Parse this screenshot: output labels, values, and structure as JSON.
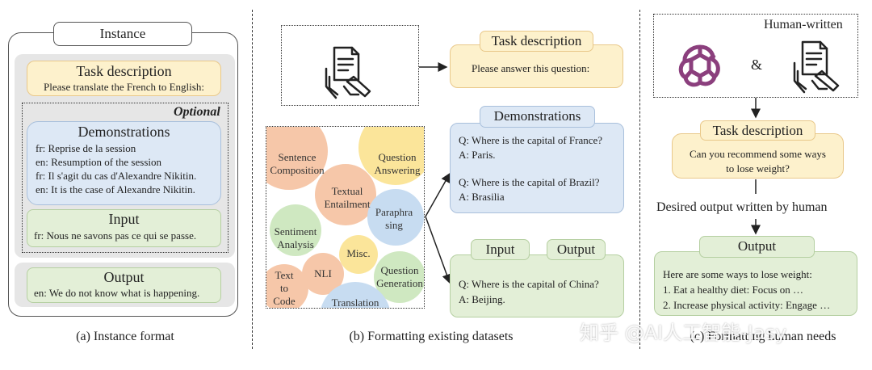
{
  "panel_a": {
    "instance_label": "Instance",
    "task_desc_title": "Task description",
    "task_desc_text": "Please translate the French to English:",
    "optional_label": "Optional",
    "demos_title": "Demonstrations",
    "demo_lines": [
      "fr: Reprise de la session",
      "en: Resumption of the session",
      "fr: Il s'agit du cas d'Alexandre Nikitin.",
      "en: It is the case of Alexandre Nikitin."
    ],
    "input_title": "Input",
    "input_text": "fr: Nous ne savons pas ce qui se passe.",
    "output_title": "Output",
    "output_text": "en: We do not know what is happening.",
    "caption": "(a) Instance format"
  },
  "panel_b": {
    "task_desc_title": "Task description",
    "task_desc_text": "Please answer this question:",
    "bubbles": [
      "Sentence Composition",
      "Question Answering",
      "Textual Entailment",
      "Paraphra sing",
      "Sentiment Analysis",
      "Misc.",
      "NLI",
      "Question Generation",
      "Text to Code",
      "Translation"
    ],
    "demos_title": "Demonstrations",
    "demo_lines": [
      "Q: Where is the capital of France?",
      "A: Paris.",
      "Q: Where is the capital of Brazil?",
      "A: Brasilia"
    ],
    "input_tag": "Input",
    "output_tag": "Output",
    "io_lines": [
      "Q: Where is the capital of China?",
      "A: Beijing."
    ],
    "caption": "(b) Formatting existing datasets"
  },
  "panel_c": {
    "human_written": "Human-written",
    "ampersand": "&",
    "task_desc_title": "Task description",
    "task_desc_text": [
      "Can you recommend some ways",
      "to lose weight?"
    ],
    "desired_output": "Desired output written by human",
    "output_title": "Output",
    "output_lines": [
      "Here are some ways to lose weight:",
      "1. Eat a healthy diet: Focus on …",
      "2. Increase physical activity: Engage …"
    ],
    "caption": "(c) Formatting human needs",
    "watermark": "知乎 @AI人工智能-Jasy"
  }
}
